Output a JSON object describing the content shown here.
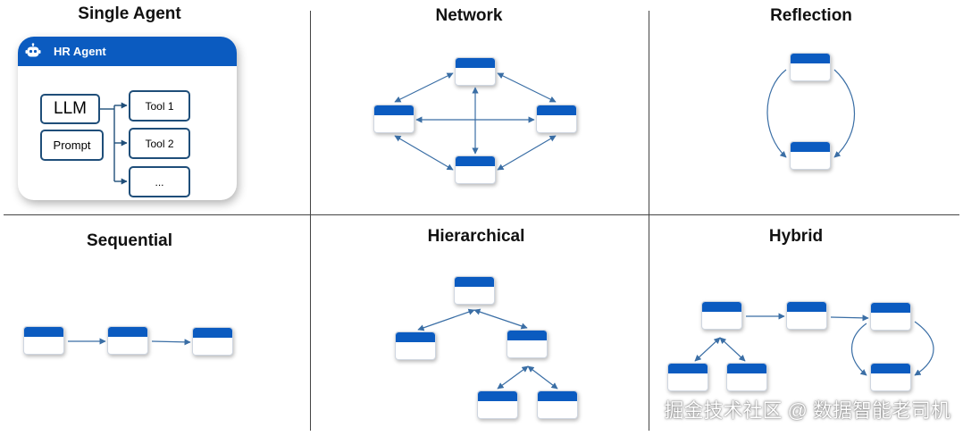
{
  "panels": {
    "single_agent": {
      "title": "Single Agent",
      "agent_label": "HR Agent",
      "llm": "LLM",
      "prompt": "Prompt",
      "tools": [
        "Tool 1",
        "Tool 2",
        "..."
      ]
    },
    "network": {
      "title": "Network"
    },
    "reflection": {
      "title": "Reflection"
    },
    "sequential": {
      "title": "Sequential"
    },
    "hierarchical": {
      "title": "Hierarchical"
    },
    "hybrid": {
      "title": "Hybrid"
    }
  },
  "watermark": "掘金技术社区 @ 数据智能老司机",
  "colors": {
    "node_header": "#0b5bc0",
    "arrow": "#3a6ea5",
    "box_border": "#1f4e79"
  }
}
